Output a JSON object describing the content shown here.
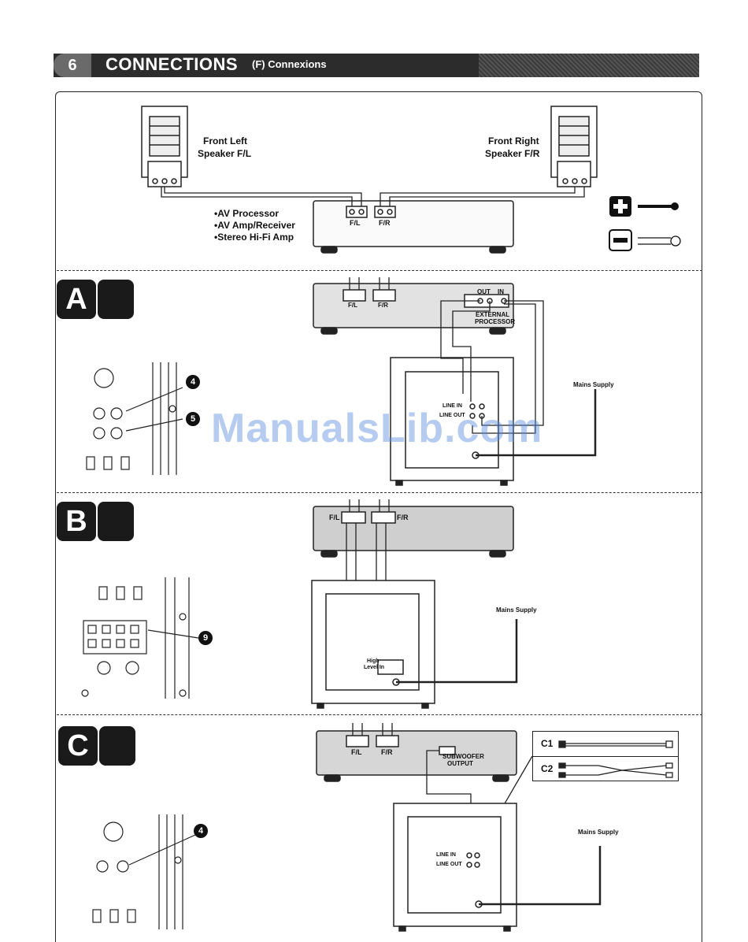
{
  "header": {
    "badge": "6",
    "title": "CONNECTIONS",
    "subtitle": "(F) Connexions"
  },
  "top": {
    "front_left": "Front Left",
    "front_left_sub": "Speaker F/L",
    "front_right": "Front Right",
    "front_right_sub": "Speaker F/R",
    "amp_types": [
      "•AV Processor",
      "•AV Amp/Receiver",
      "•Stereo Hi-Fi Amp"
    ],
    "fl_label": "F/L",
    "fr_label": "F/R"
  },
  "section_a": {
    "letter": "A",
    "fl_label": "F/L",
    "fr_label": "F/R",
    "out_label": "OUT",
    "in_label": "IN",
    "external": "EXTERNAL",
    "processor": "PROCESSOR",
    "line_in": "LINE IN",
    "line_out": "LINE OUT",
    "mains": "Mains Supply",
    "callout_4": "4",
    "callout_5": "5"
  },
  "section_b": {
    "letter": "B",
    "fl_label": "F/L",
    "fr_label": "F/R",
    "high": "High",
    "level_in": "Level In",
    "mains": "Mains Supply",
    "callout_9": "9"
  },
  "section_c": {
    "letter": "C",
    "fl_label": "F/L",
    "fr_label": "F/R",
    "sub_out_1": "SUBWOOFER",
    "sub_out_2": "OUTPUT",
    "c1": "C1",
    "c2": "C2",
    "line_in": "LINE IN",
    "line_out": "LINE OUT",
    "mains": "Mains Supply",
    "callout_4": "4"
  },
  "watermark": "ManualsLib.com"
}
